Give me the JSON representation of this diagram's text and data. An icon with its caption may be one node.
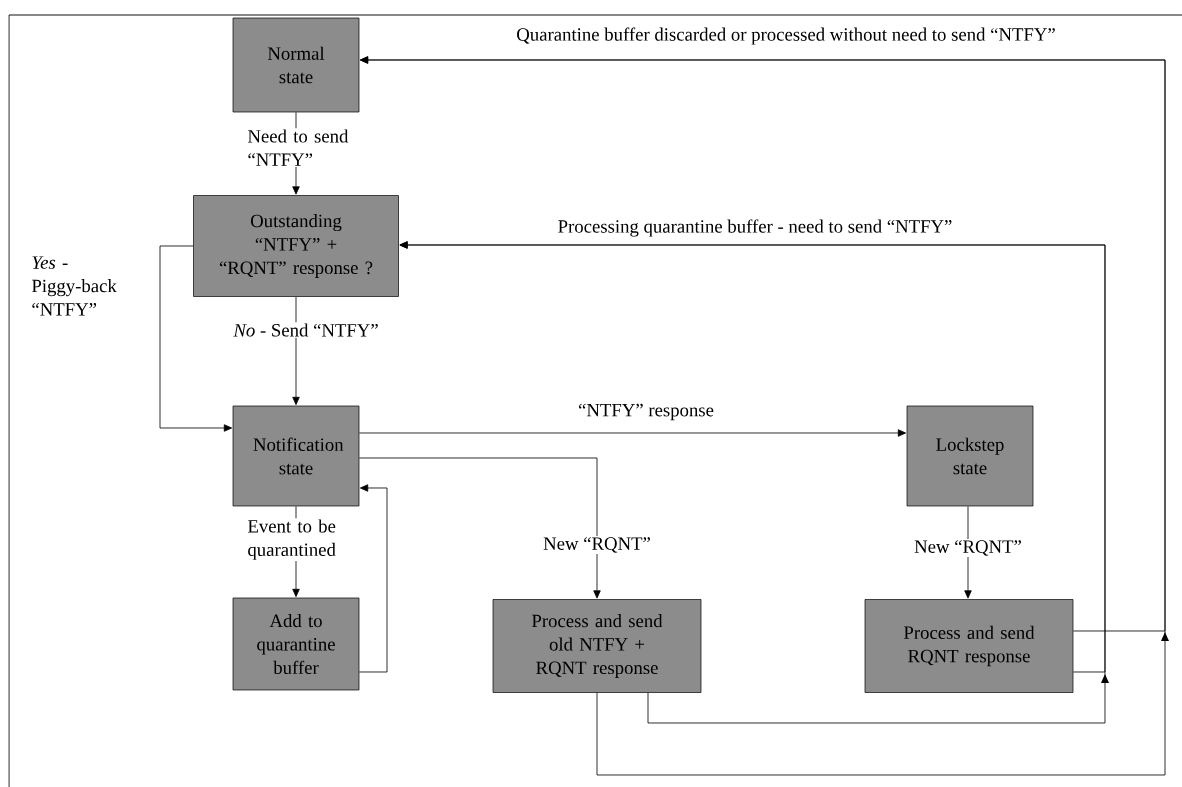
{
  "diagram": {
    "nodes": [
      {
        "text": [
          "Normal state"
        ]
      },
      {
        "text": [
          "Outstanding “NTFY” + “RQNT” response ?"
        ]
      },
      {
        "text": [
          "Notification state"
        ]
      },
      {
        "text": [
          "Add to quarantine buffer"
        ]
      },
      {
        "text": [
          "Process and send old NTFY + RQNT response"
        ]
      },
      {
        "text": [
          "Lockstep state"
        ]
      },
      {
        "text": [
          "Process and send RQNT response"
        ]
      }
    ],
    "edges": [
      {
        "from": 0,
        "to": 1,
        "arrow": "to",
        "label": "Need to send “NTFY”"
      },
      {
        "from": 1,
        "to": 2,
        "arrow": "to",
        "label": "*No* - Send “NTFY”"
      },
      {
        "from": 1,
        "to": 2,
        "arrow": "to",
        "label": "*Yes* - Piggy-back “NTFY”"
      },
      {
        "from": 2,
        "to": 5,
        "arrow": "to",
        "label": "“NTFY” response"
      },
      {
        "from": 2,
        "to": 4,
        "arrow": "to",
        "label": "New “RQNT”"
      },
      {
        "from": 2,
        "to": 3,
        "arrow": "to",
        "label": "Event to be quarantined"
      },
      {
        "from": 3,
        "to": 2,
        "arrow": "to"
      },
      {
        "from": 5,
        "to": 6,
        "arrow": "to",
        "label": "New “RQNT”"
      },
      {
        "from": 4,
        "to": 1,
        "arrow": "to",
        "label": "Processing quarantine buffer - need to send “NTFY”"
      },
      {
        "from": 6,
        "to": 1,
        "arrow": "to"
      },
      {
        "from": 4,
        "to": 0,
        "arrow": "to",
        "label": "Quarantine buffer discarded or processed without need to send “NTFY”"
      },
      {
        "from": 6,
        "to": 0,
        "arrow": "to"
      }
    ]
  }
}
